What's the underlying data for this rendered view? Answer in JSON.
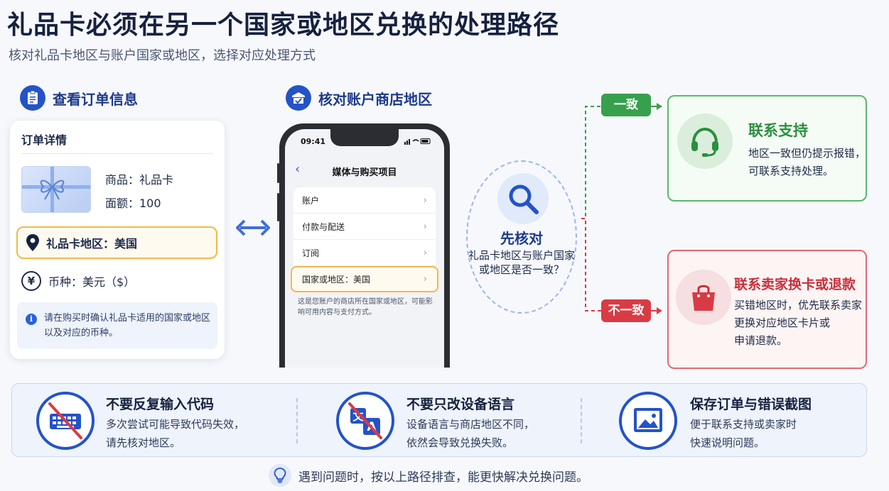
{
  "title": "礼品卡必须在另一个国家或地区兑换的处理路径",
  "subtitle": "核对礼品卡地区与账户国家或地区，选择对应处理方式",
  "step1": {
    "heading": "查看订单信息",
    "card_title": "订单详情",
    "product": "商品：礼品卡",
    "amount": "面额：100",
    "region": "礼品卡地区：美国",
    "currency": "币种：美元（$）",
    "note": "请在购买时确认礼品卡适用的国家或地区以及对应的币种。",
    "currency_symbol": "¥"
  },
  "step2": {
    "heading": "核对账户商店地区",
    "status_time": "09:41",
    "screen_title": "媒体与购买项目",
    "menu": [
      {
        "label": "账户"
      },
      {
        "label": "付款与配送"
      },
      {
        "label": "订阅"
      },
      {
        "label": "国家或地区：美国"
      }
    ],
    "screen_note": "这是您账户的商店所在国家或地区，可能影响可用内容与支付方式。"
  },
  "decision": {
    "title": "先核对",
    "text": "礼品卡地区与账户国家或地区是否一致？"
  },
  "branch_match": {
    "tag": "一致",
    "title": "联系支持",
    "text_line1": "地区一致但仍提示报错，",
    "text_line2": "可联系支持处理。"
  },
  "branch_mismatch": {
    "tag": "不一致",
    "title": "联系卖家换卡或退款",
    "text_line1": "买错地区时，优先联系卖家",
    "text_line2": "更换对应地区卡片或",
    "text_line3": "申请退款。"
  },
  "tips": [
    {
      "title": "不要反复输入代码",
      "line1": "多次尝试可能导致代码失效，",
      "line2": "请先核对地区。",
      "icon": "no-keyboard-icon"
    },
    {
      "title": "不要只改设备语言",
      "line1": "设备语言与商店地区不同，",
      "line2": "依然会导致兑换失败。",
      "icon": "no-translate-icon"
    },
    {
      "title": "保存订单与错误截图",
      "line1": "便于联系支持或卖家时",
      "line2": "快速说明问题。",
      "icon": "screenshot-icon"
    }
  ],
  "footer": "遇到问题时，按以上路径排查，能更快解决兑换问题。",
  "colors": {
    "primary": "#2453c8",
    "green": "#37a04c",
    "red": "#d93b45",
    "highlight": "#f2b94a"
  }
}
